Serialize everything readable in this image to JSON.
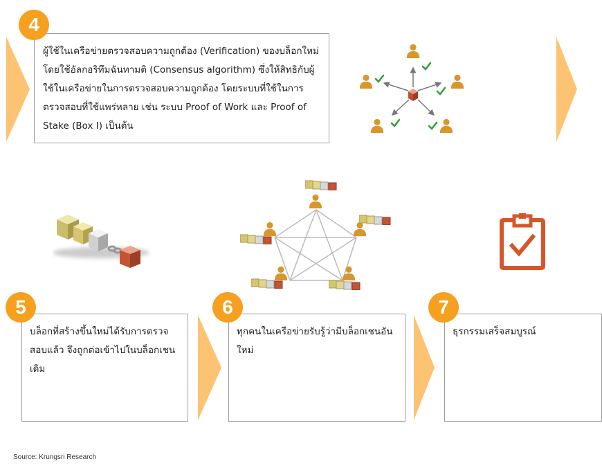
{
  "steps": [
    {
      "number": "4",
      "text": "ผู้ใช้ในเครือข่ายตรวจสอบความถูกต้อง (Verification) ของบล็อกใหม่ โดยใช้อัลกอริทึมฉันทามติ (Consensus algorithm) ซึ่งให้สิทธิกับผู้ใช้ในเครือข่ายในการตรวจสอบความถูกต้อง โดยระบบที่ใช้ในการตรวจสอบที่ใช้แพร่หลาย เช่น ระบบ Proof of Work และ Proof of Stake (Box I) เป็นต้น"
    },
    {
      "number": "5",
      "text": "บล็อกที่สร้างขึ้นใหม่ได้รับการตรวจสอบแล้ว จึงถูกต่อเข้าไปในบล็อกเชนเดิม"
    },
    {
      "number": "6",
      "text": "ทุกคนในเครือข่ายรับรู้ว่ามีบล็อกเชนอันใหม่"
    },
    {
      "number": "7",
      "text": "ธุรกรรมเสร็จสมบูรณ์"
    }
  ],
  "source": "Source: Krungsri Research",
  "colors": {
    "accent": "#f5a01f",
    "arrow": "#fbc372",
    "person": "#d9962a",
    "check": "#2e9e3a",
    "clipboard": "#d4572a"
  }
}
